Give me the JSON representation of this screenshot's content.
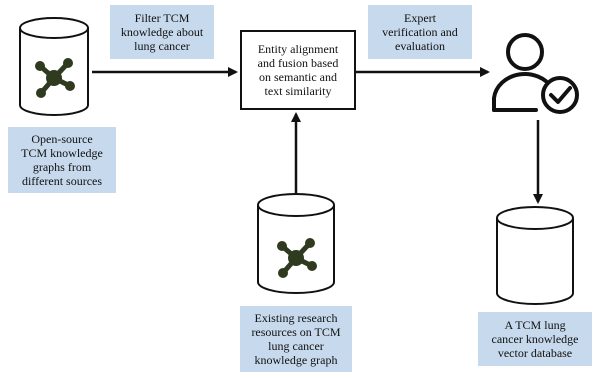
{
  "labels": {
    "filter": [
      "Filter TCM",
      "knowledge about",
      "lung cancer"
    ],
    "process": [
      "Entity alignment",
      "and fusion based",
      "on semantic and",
      "text similarity"
    ],
    "expert": [
      "Expert",
      "verification and",
      "evaluation"
    ],
    "open_source": [
      "Open-source",
      "TCM knowledge",
      "graphs from",
      "different sources"
    ],
    "existing": [
      "Existing research",
      "resources on TCM",
      "lung cancer",
      "knowledge graph"
    ],
    "vector_db": [
      "A TCM lung",
      "cancer knowledge",
      "vector database"
    ]
  },
  "icons": {
    "db_open_source": "graph-database-icon",
    "db_existing": "graph-database-icon",
    "expert": "verified-user-icon",
    "db_vector": "database-icon"
  },
  "colors": {
    "label_bg": "#c7d9ec",
    "stroke": "#111111",
    "graph_node": "#2f3a1f"
  }
}
